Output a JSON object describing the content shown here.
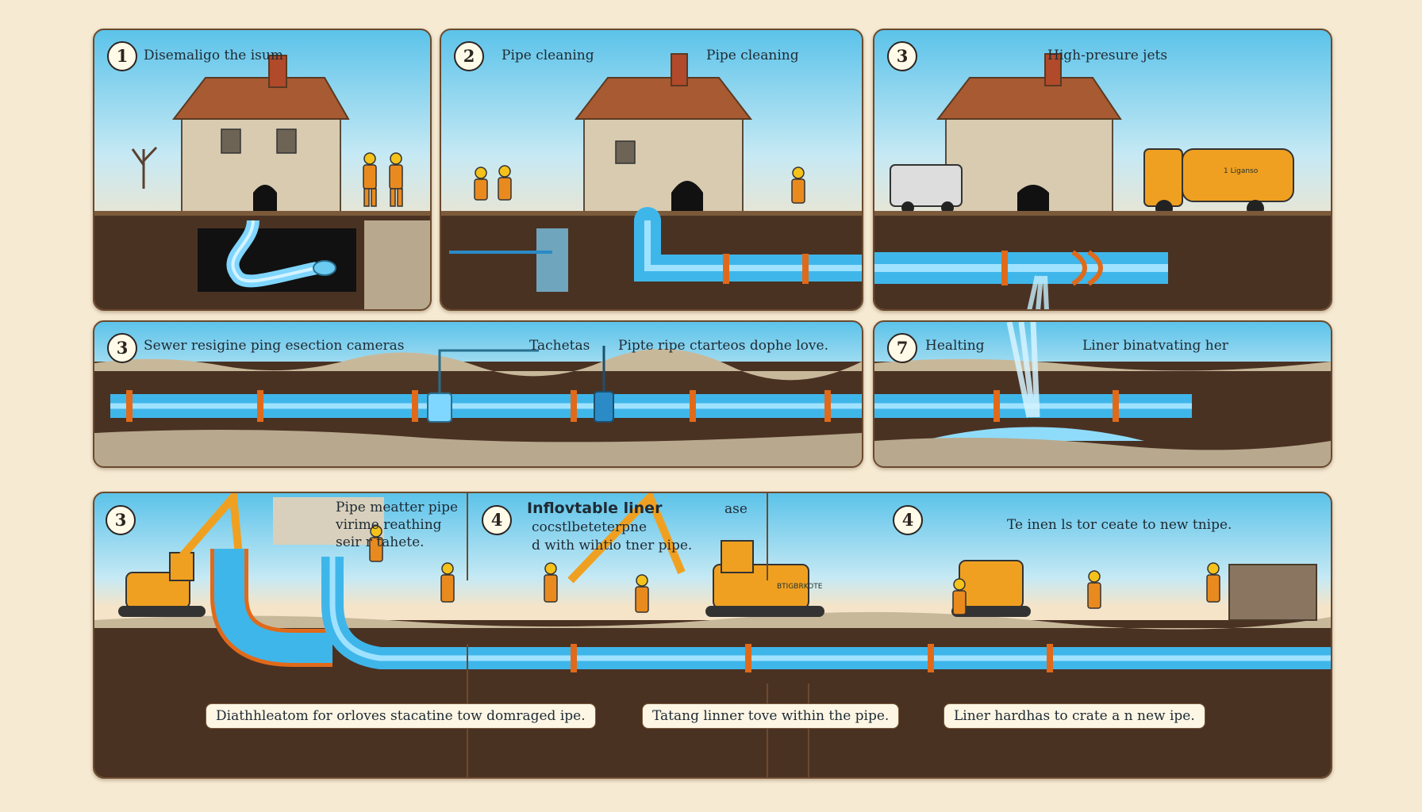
{
  "panels": [
    {
      "id": "p1",
      "number": "1",
      "labels": [
        "Disemaligo the isum"
      ]
    },
    {
      "id": "p2",
      "number": "2",
      "labels": [
        "Pipe cleaning",
        "Pipe cleaning"
      ]
    },
    {
      "id": "p3",
      "number": "3",
      "labels": [
        "High-presure jets"
      ]
    },
    {
      "id": "p4",
      "number": "3",
      "labels": [
        "Sewer resigine ping esection cameras",
        "Tachetas",
        "Pipte ripe ctarteos dophe love."
      ]
    },
    {
      "id": "p5",
      "number": "7",
      "labels": [
        "Healting",
        "Liner binatvating her"
      ]
    },
    {
      "id": "p6",
      "number": "3",
      "labels": [
        "Pipe meatter pipe",
        "virime reathing",
        "seir r tahete."
      ]
    },
    {
      "id": "p7",
      "number": "4",
      "labels": [
        "Inflovtable liner",
        "ase",
        "cocstlbeteterpne",
        "d with wihtio tner pipe."
      ]
    },
    {
      "id": "p8",
      "number": "4",
      "labels": [
        "Te inen ls tor ceate to new tnipe."
      ]
    }
  ],
  "captions": [
    "Diathhleatom for orloves stacatine tow domraged ipe.",
    "Tatang linner tove within the pipe.",
    "Liner hardhas to crate a n new ipe."
  ],
  "truck_sign": "1 Liganso",
  "excavator_sign": "BTIGBRKOTE",
  "colors": {
    "sky": "#5cc3ea",
    "pipe": "#3fb6ea",
    "pipe_band": "#e06a1a",
    "soil": "#3d2a1e",
    "roof": "#9a4a2a",
    "worker": "#e98a1f",
    "machine": "#f0a020"
  }
}
